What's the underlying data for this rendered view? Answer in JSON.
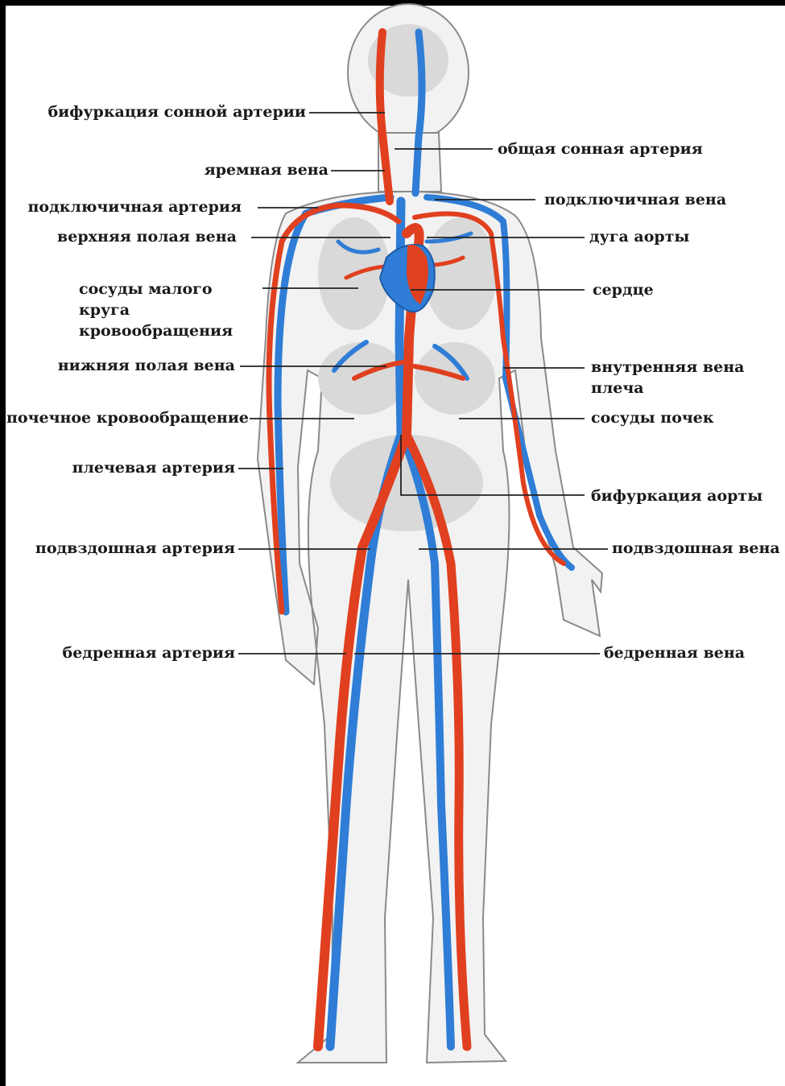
{
  "colors": {
    "artery": "#e0401f",
    "vein": "#2f7dd6",
    "skin": "#f2f2f2",
    "organ": "#d9d9d9",
    "outline": "#8a8a8a",
    "leader": "#222222",
    "frame": "#000000"
  },
  "labels": {
    "left": {
      "carotid_bifurcation": "бифуркация сонной артерии",
      "jugular_vein": "яремная вена",
      "subclavian_artery": "подключичная артерия",
      "superior_vena_cava": "верхняя полая вена",
      "pulmonary_vessels": "сосуды малого круга кровообращения",
      "inferior_vena_cava": "нижняя полая вена",
      "renal_circulation": "почечное кровообращение",
      "brachial_artery": "плечевая артерия",
      "iliac_artery": "подвздошная артерия",
      "femoral_artery": "бедренная артерия"
    },
    "right": {
      "common_carotid_artery": "общая сонная артерия",
      "subclavian_vein": "подключичная вена",
      "aortic_arch": "дуга аорты",
      "heart": "сердце",
      "brachial_vein": "внутренняя вена плеча",
      "renal_vessels": "сосуды почек",
      "aortic_bifurcation": "бифуркация аорты",
      "iliac_vein": "подвздошная вена",
      "femoral_vein": "бедренная вена"
    }
  }
}
